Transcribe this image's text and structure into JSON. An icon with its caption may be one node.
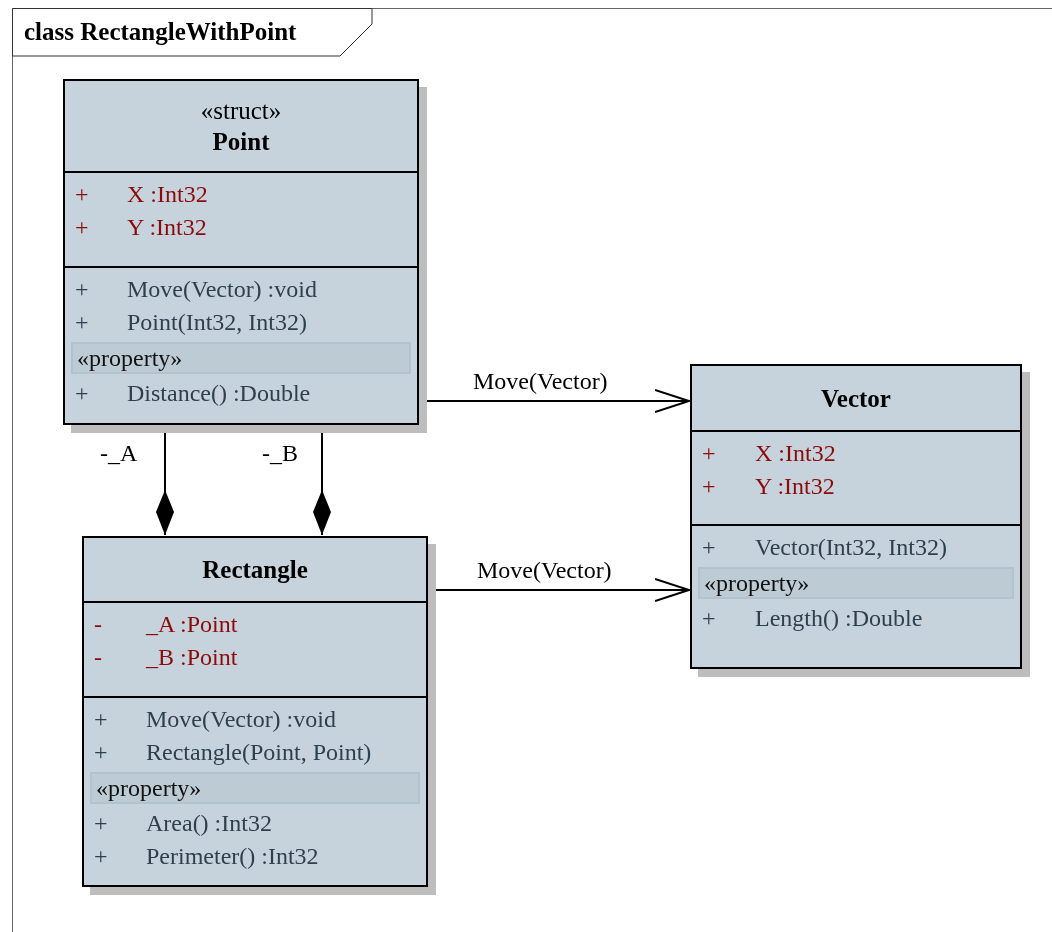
{
  "diagram": {
    "nodes": [
      {
        "text": [
          "class RectangleWithPoint"
        ]
      },
      {
        "text": [
          "«struct»",
          "Point",
          "+",
          "X :Int32",
          "+",
          "Y :Int32",
          "+",
          "Move(Vector) :void",
          "+",
          "Point(Int32, Int32)",
          "«property»",
          "+",
          "Distance() :Double"
        ],
        "in": 0
      },
      {
        "text": [
          "Vector",
          "+",
          "X :Int32",
          "+",
          "Y :Int32",
          "+",
          "Vector(Int32, Int32)",
          "«property»",
          "+",
          "Length() :Double"
        ],
        "in": 0
      },
      {
        "text": [
          "Rectangle",
          "-",
          "_A :Point",
          "-",
          "_B :Point",
          "+",
          "Move(Vector) :void",
          "+",
          "Rectangle(Point, Point)",
          "«property»",
          "+",
          "Area() :Int32",
          "+",
          "Perimeter() :Int32"
        ],
        "in": 0
      }
    ],
    "edges": [
      {
        "from": 1,
        "to": 2,
        "arrow": "to",
        "label": "Move(Vector)"
      },
      {
        "from": 3,
        "to": 2,
        "arrow": "to",
        "label": "Move(Vector)"
      },
      {
        "from": 1,
        "to": 3,
        "arrow": "other",
        "label": "-_A"
      },
      {
        "from": 1,
        "to": 3,
        "arrow": "other",
        "label": "-_B"
      }
    ]
  }
}
